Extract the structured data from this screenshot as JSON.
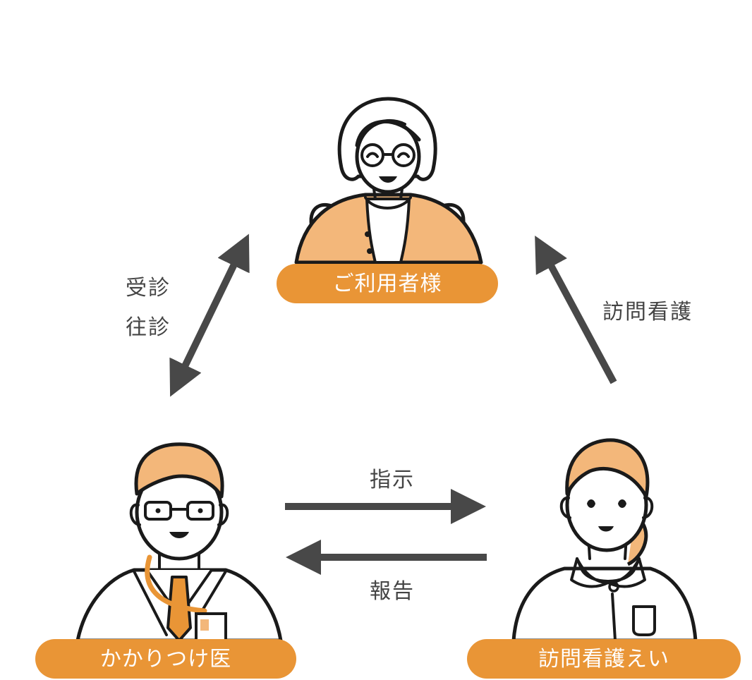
{
  "colors": {
    "accent_orange": "#E99536",
    "light_orange": "#F3B77A",
    "arrow_gray": "#484848",
    "text_gray": "#444444"
  },
  "nodes": {
    "patient": {
      "label": "ご利用者様",
      "icon": "elderly-woman-icon"
    },
    "doctor": {
      "label": "かかりつけ医",
      "icon": "doctor-icon"
    },
    "nurse": {
      "label": "訪問看護えい",
      "icon": "nurse-icon"
    }
  },
  "edges": {
    "patient_doctor": {
      "label_line1": "受診",
      "label_line2": "往診",
      "direction": "bidirectional"
    },
    "nurse_patient": {
      "label": "訪問看護",
      "direction": "nurse-to-patient"
    },
    "doctor_nurse": {
      "label": "指示",
      "direction": "doctor-to-nurse"
    },
    "nurse_doctor": {
      "label": "報告",
      "direction": "nurse-to-doctor"
    }
  }
}
